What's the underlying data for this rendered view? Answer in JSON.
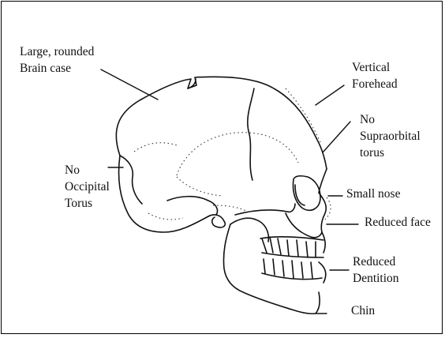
{
  "diagram": {
    "labels": {
      "brain_case": "Large, rounded\nBrain case",
      "vertical_forehead": "Vertical\nForehead",
      "no_supraorbital": "No\nSupraorbital\ntorus",
      "no_occipital": "No\nOccipital\nTorus",
      "small_nose": "Small nose",
      "reduced_face": "Reduced face",
      "reduced_dentition": "Reduced\nDentition",
      "chin": "Chin"
    },
    "colors": {
      "line": "#111111",
      "background": "#ffffff"
    }
  }
}
